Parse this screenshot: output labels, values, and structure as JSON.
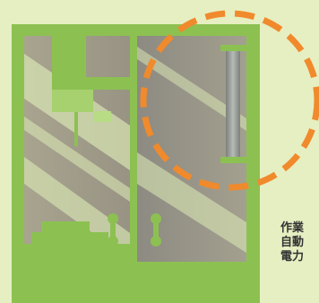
{
  "illustration": {
    "subject": "machine-enclosure",
    "colors": {
      "background": "#e6efc1",
      "frame": "#8cc152",
      "glass": "#9a9585",
      "highlight": "#d9e6b3",
      "callout": "#f08a2c",
      "lamp": "#8f9490"
    },
    "callout_shape": "dashed-circle"
  },
  "caption": {
    "lines": [
      "作業",
      "自動",
      "電力"
    ]
  }
}
